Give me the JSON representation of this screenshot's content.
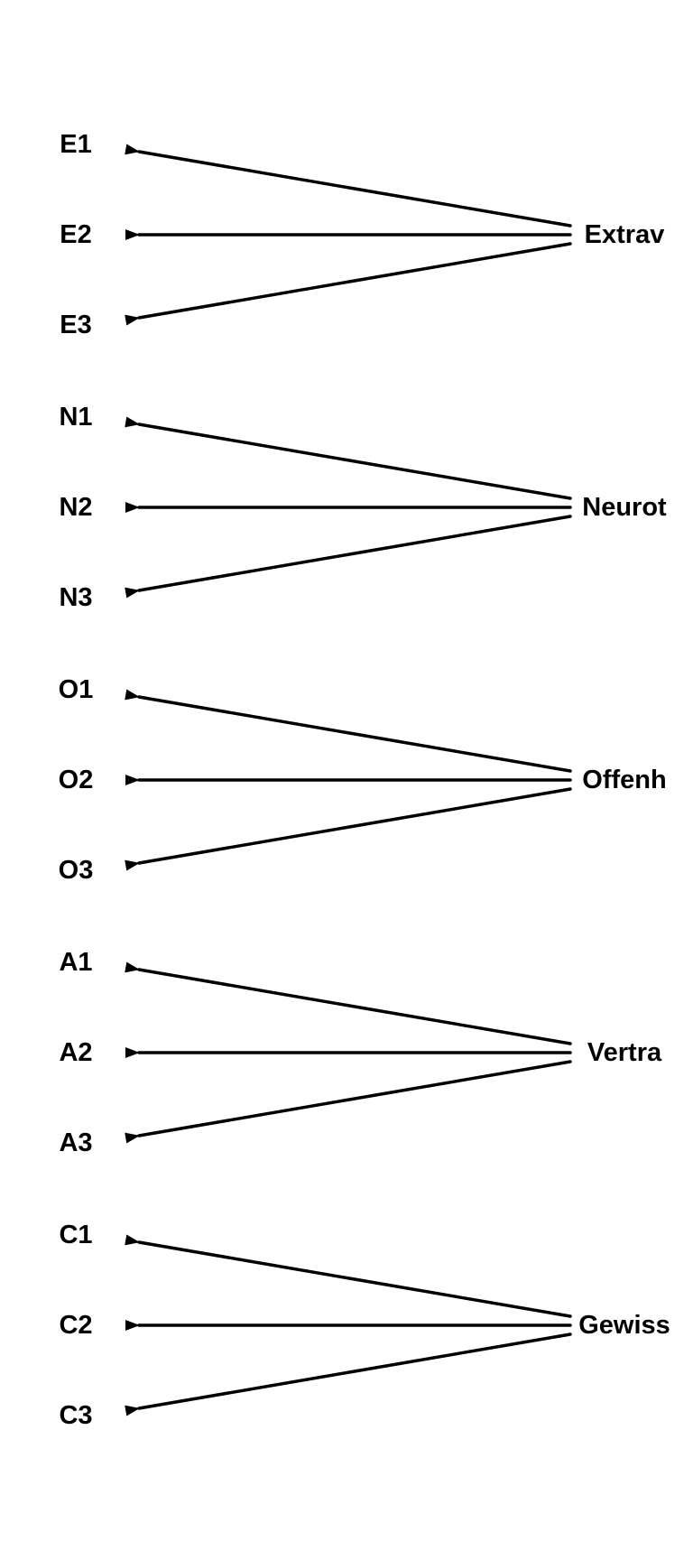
{
  "diagram": {
    "arrow_color": "#000000",
    "groups": [
      {
        "factor": "Extrav",
        "indicators": [
          "E1",
          "E2",
          "E3"
        ]
      },
      {
        "factor": "Neurot",
        "indicators": [
          "N1",
          "N2",
          "N3"
        ]
      },
      {
        "factor": "Offenh",
        "indicators": [
          "O1",
          "O2",
          "O3"
        ]
      },
      {
        "factor": "Vertra",
        "indicators": [
          "A1",
          "A2",
          "A3"
        ]
      },
      {
        "factor": "Gewiss",
        "indicators": [
          "C1",
          "C2",
          "C3"
        ]
      }
    ]
  }
}
